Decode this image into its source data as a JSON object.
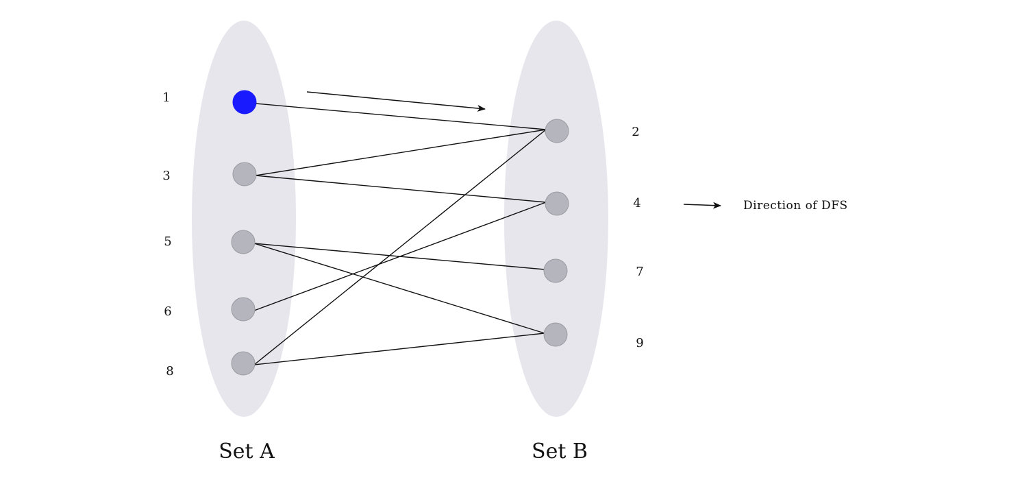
{
  "sets": {
    "a_label": "Set A",
    "b_label": "Set B"
  },
  "nodes": {
    "a": [
      {
        "id": "1",
        "label": "1",
        "highlighted": true
      },
      {
        "id": "3",
        "label": "3",
        "highlighted": false
      },
      {
        "id": "5",
        "label": "5",
        "highlighted": false
      },
      {
        "id": "6",
        "label": "6",
        "highlighted": false
      },
      {
        "id": "8",
        "label": "8",
        "highlighted": false
      }
    ],
    "b": [
      {
        "id": "2",
        "label": "2",
        "highlighted": false
      },
      {
        "id": "4",
        "label": "4",
        "highlighted": false
      },
      {
        "id": "7",
        "label": "7",
        "highlighted": false
      },
      {
        "id": "9",
        "label": "9",
        "highlighted": false
      }
    ]
  },
  "edges": [
    [
      "1",
      "2"
    ],
    [
      "3",
      "2"
    ],
    [
      "3",
      "4"
    ],
    [
      "5",
      "7"
    ],
    [
      "5",
      "9"
    ],
    [
      "6",
      "4"
    ],
    [
      "8",
      "2"
    ],
    [
      "8",
      "9"
    ]
  ],
  "legend": {
    "text": "Direction of DFS"
  },
  "colors": {
    "highlight": "#1a1aff",
    "node": "#b5b5bd",
    "set_fill": "#e6e6ec",
    "edge": "#111111"
  }
}
